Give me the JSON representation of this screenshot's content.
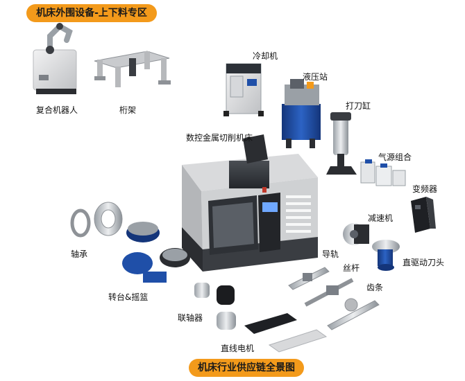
{
  "header": {
    "title": "机床外围设备-上下料专区"
  },
  "footer": {
    "title": "机床行业供应链全景图"
  },
  "labels": {
    "robot": "复合机器人",
    "gantry": "桁架",
    "chiller": "冷却机",
    "hydraulic": "液压站",
    "drawbar": "打刀缸",
    "cnc": "数控金属切削机床",
    "air": "气源组合",
    "inverter": "变频器",
    "reducer": "减速机",
    "bearing": "轴承",
    "rail": "导轨",
    "directhead": "直驱动刀头",
    "screw": "丝杆",
    "rack": "齿条",
    "turntable": "转台&摇篮",
    "coupling": "联轴器",
    "linearmotor": "直线电机"
  },
  "colors": {
    "accent": "#f39a1b",
    "machine_dark": "#3a3d42",
    "machine_light": "#d9dadc",
    "blue": "#1f4fa8"
  }
}
